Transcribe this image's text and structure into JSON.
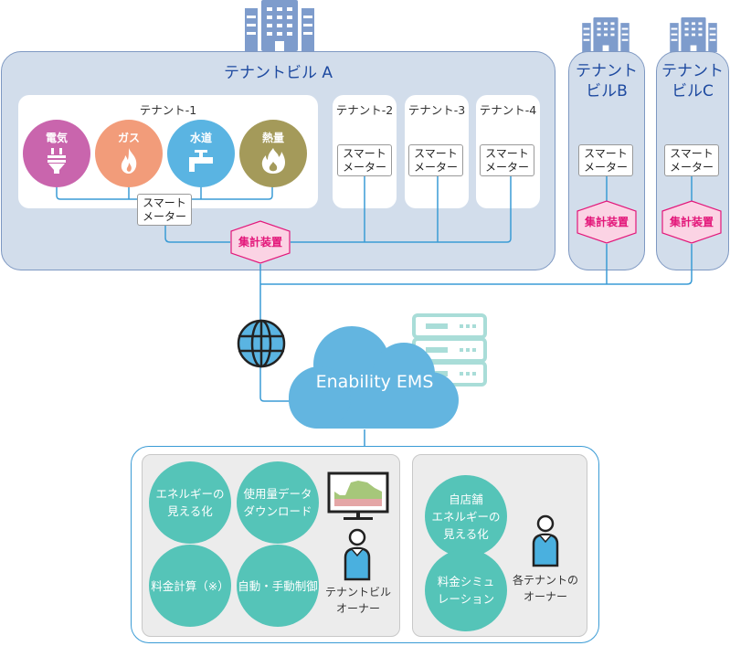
{
  "buildings": {
    "a": {
      "title": "テナントビル A",
      "tenants": [
        {
          "label": "テナント-1",
          "meter": [
            "スマート",
            "メーター"
          ]
        },
        {
          "label": "テナント-2",
          "meter": [
            "スマート",
            "メーター"
          ]
        },
        {
          "label": "テナント-3",
          "meter": [
            "スマート",
            "メーター"
          ]
        },
        {
          "label": "テナント-4",
          "meter": [
            "スマート",
            "メーター"
          ]
        }
      ],
      "utilities": [
        {
          "label": "電気",
          "icon": "plug-icon",
          "color": "#c965ad"
        },
        {
          "label": "ガス",
          "icon": "flame-icon",
          "color": "#f29c7a"
        },
        {
          "label": "水道",
          "icon": "faucet-icon",
          "color": "#5ab4e2"
        },
        {
          "label": "熱量",
          "icon": "fire-icon",
          "color": "#a49a5a"
        }
      ],
      "aggregator": "集計装置"
    },
    "b": {
      "title_line1": "テナント",
      "title_line2": "ビルB",
      "meter": [
        "スマート",
        "メーター"
      ],
      "aggregator": "集計装置"
    },
    "c": {
      "title_line1": "テナント",
      "title_line2": "ビルC",
      "meter": [
        "スマート",
        "メーター"
      ],
      "aggregator": "集計装置"
    }
  },
  "cloud": {
    "label": "Enability EMS",
    "globe_icon": "globe-icon",
    "server_icon": "server-icon"
  },
  "owner_panel": {
    "functions": [
      "エネルギーの\n見える化",
      "使用量データ\nダウンロード",
      "料金計算（※）",
      "自動・手動制御"
    ],
    "person_label": "テナントビル\nオーナー",
    "monitor_icon": "monitor-chart-icon"
  },
  "tenant_panel": {
    "functions": [
      "自店舗\nエネルギーの\n見える化",
      "料金シミュ\nレーション"
    ],
    "person_label": "各テナントの\nオーナー"
  },
  "colors": {
    "building_fill": "#d2ddeb",
    "building_stroke": "#7e98c2",
    "building_title": "#1e4aa0",
    "line": "#3a9bd5",
    "aggregator_fill": "#fbd3e4",
    "aggregator_stroke": "#e3177a",
    "cloud": "#63b5e0",
    "server": "#a9ddd8",
    "function_circle": "#55c4b8"
  }
}
